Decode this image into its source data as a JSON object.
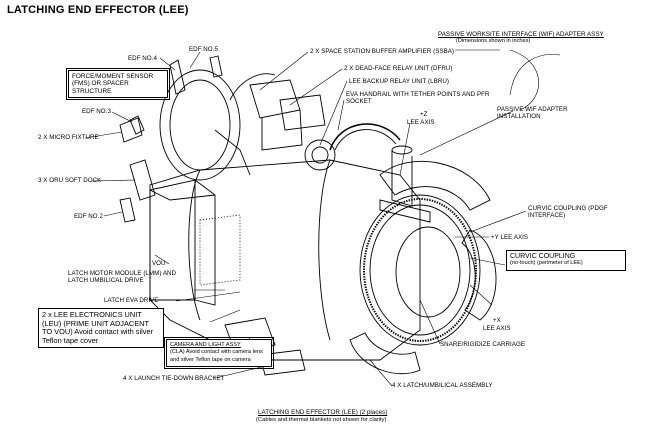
{
  "title": "LATCHING END EFFECTOR (LEE)",
  "wif": {
    "title": "PASSIVE WORKSITE INTERFACE (WIF) ADAPTER ASSY",
    "dimensions": "(Dimensions shown in inches)",
    "passive_wif_adapter_install": "PASSIVE WIF ADAPTER INSTALLATION"
  },
  "labels": {
    "edf_no5": "EDF NO.5",
    "edf_no4": "EDF NO.4",
    "edf_no3": "EDF NO.3",
    "edf_no2": "EDF NO.2",
    "fms": "FORCE/MOMENT SENSOR (FMS) OR SPACER STRUCTURE",
    "micro_fixture": "2 X MICRO FIXTURE",
    "oru_soft_dock": "3 X ORU SOFT DOCK",
    "ssba": "2 X SPACE STATION BUFFER AMPLIFIER (SSBA)",
    "dfru": "2 X DEAD-FACE RELAY UNIT (DFRU)",
    "lbru": "LEE BACKUP RELAY UNIT (LBRU)",
    "eva_handrail": "EVA HANDRAIL WITH TETHER POINTS AND PFR SOCKET",
    "plus_z": "+Z",
    "lee_axis_z": "LEE AXIS",
    "curvic_pdgf": "CURVIC COUPLING (PDGF INTERFACE)",
    "plus_y": "+Y LEE AXIS",
    "vou": "VOU",
    "lmm": "LATCH MOTOR MODULE (LMM) AND LATCH UMBILICAL DRIVE",
    "latch_eva": "LATCH EVA DRIVE",
    "plus_x": "+X",
    "lee_axis_x": "LEE AXIS",
    "snare": "SNARE/RIGIDIZE CARRIAGE",
    "latch_umbilical": "4 X LATCH/UMBILICAL ASSEMBLY",
    "launch_bracket": "4 X LAUNCH TIE-DOWN BRACKET"
  },
  "boxes": {
    "leu": "2 x LEE ELECTRONICS UNIT (LEU) (PRIME UNIT ADJACENT TO VOU) Avoid contact with silver Teflon tape cover",
    "cla_title": "CAMERA AND LIGHT ASSY",
    "cla_body": "(CLA) Avoid contact with camera lens and silver Teflon tape on camera",
    "curvic_notouch_title": "CURVIC COUPLING",
    "curvic_notouch_body": "(no-touch) (perimeter of LEE)"
  },
  "caption": {
    "line1": "LATCHING END EFFECTOR (LEE) (2 places)",
    "line2": "(Cables and thermal blankets not shown for clarity)"
  }
}
